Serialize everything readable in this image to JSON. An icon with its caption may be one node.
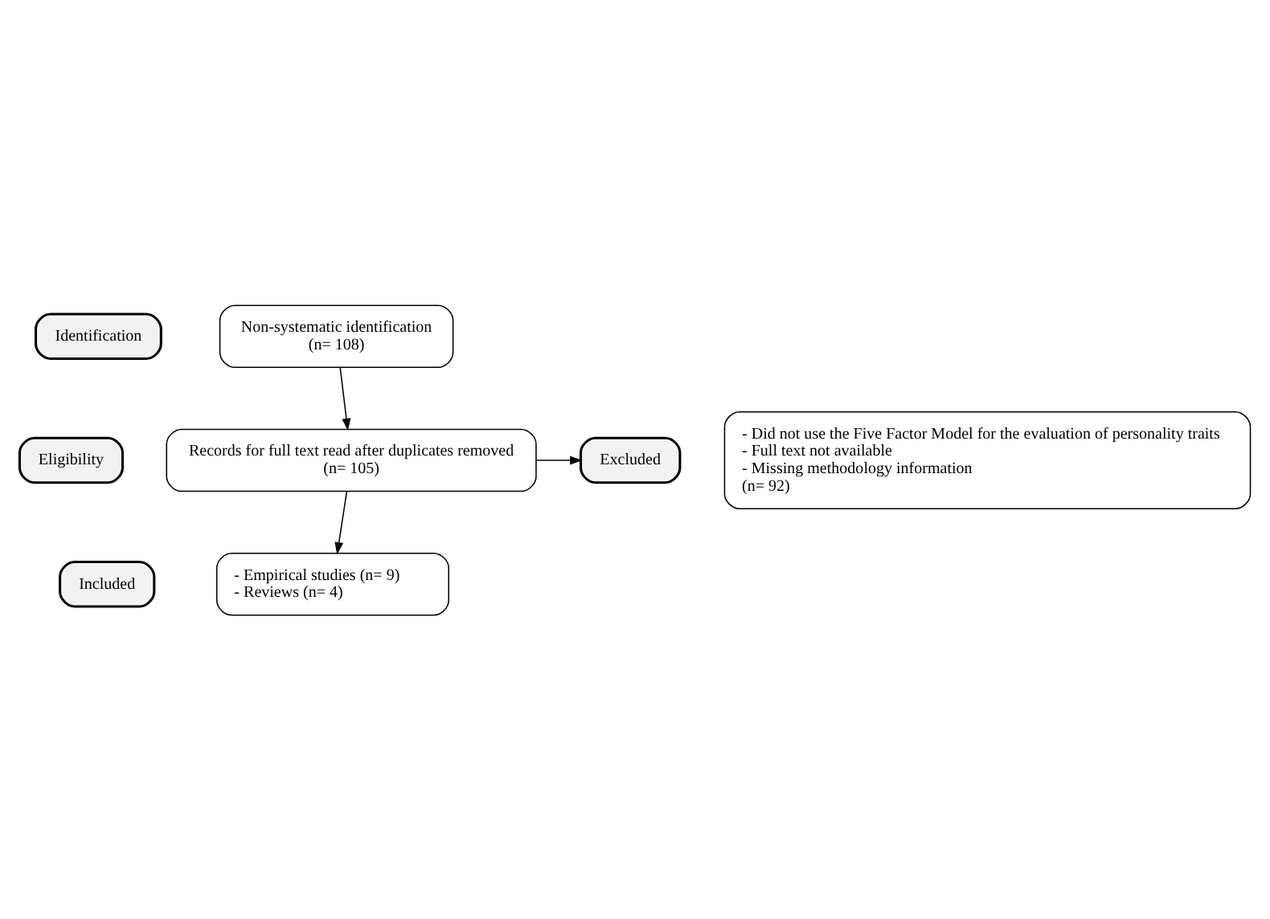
{
  "diagram": {
    "nodes": [
      {
        "text": [
          "Identification"
        ]
      },
      {
        "text": [
          "Non-systematic identification",
          "(n= 108)"
        ]
      },
      {
        "text": [
          "Eligibility"
        ]
      },
      {
        "text": [
          "Records for full text read after duplicates removed",
          "(n= 105)"
        ]
      },
      {
        "text": [
          "Excluded"
        ]
      },
      {
        "text": [
          "- Did not use the Five Factor Model for the evaluation of personality traits",
          "- Full text not available",
          "- Missing methodology information",
          "(n= 92)"
        ]
      },
      {
        "text": [
          "Included"
        ]
      },
      {
        "text": [
          "- Empirical studies (n= 9)",
          "- Reviews (n= 4)"
        ]
      }
    ],
    "edges": [
      {
        "from": 1,
        "to": 3,
        "arrow": "to"
      },
      {
        "from": 3,
        "to": 4,
        "arrow": "to"
      },
      {
        "from": 3,
        "to": 7,
        "arrow": "to"
      }
    ]
  }
}
